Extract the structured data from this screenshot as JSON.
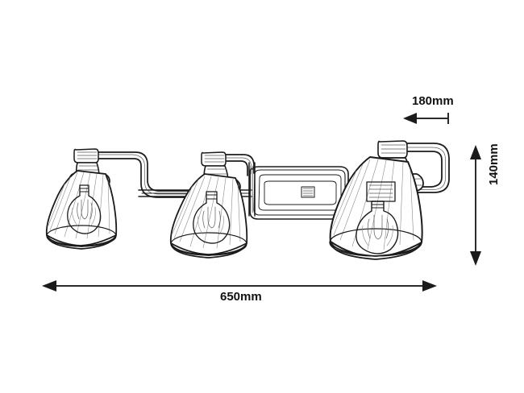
{
  "drawing": {
    "title": "Wall lamp technical dimension drawing",
    "subject": "three-light wall lamp with bell shades",
    "background_color": "#ffffff",
    "line_color": "#1b1b1b",
    "dimension_color": "#2b2b2b"
  },
  "dimensions": {
    "width": {
      "label": "650mm",
      "value": 650,
      "unit": "mm",
      "orientation": "horizontal",
      "arrow_style": "double-headed"
    },
    "height": {
      "label": "140mm",
      "value": 140,
      "unit": "mm",
      "orientation": "vertical",
      "arrow_style": "double-headed",
      "text_rotation": -90
    },
    "depth": {
      "label": "180mm",
      "value": 180,
      "unit": "mm",
      "orientation": "horizontal",
      "arrow_style": "single-headed-left-with-tick"
    }
  },
  "product": {
    "shade_count": 3,
    "shade_shape": "bell",
    "bulb_type": "filament",
    "mount": "wall-plate"
  }
}
